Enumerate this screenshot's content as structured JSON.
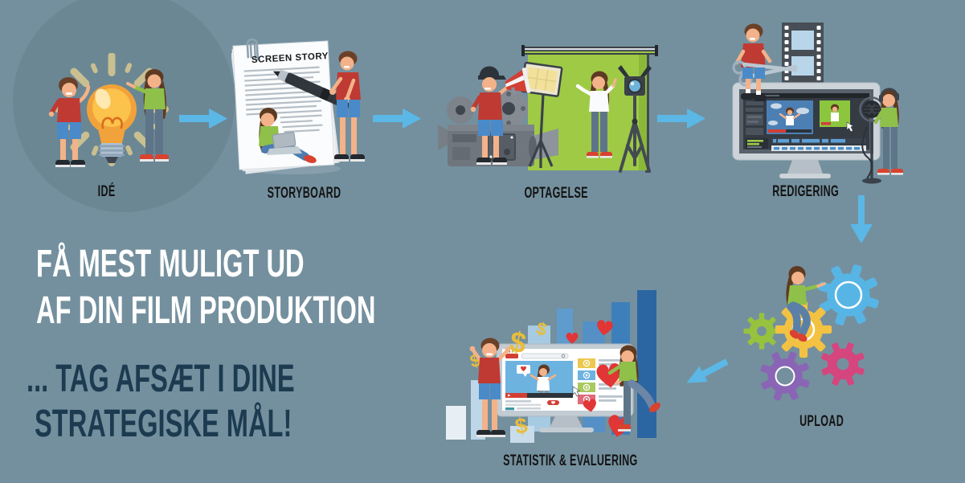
{
  "title_block": {
    "headline_line1": "FÅ MEST MULIGT UD",
    "headline_line2": "AF DIN FILM PRODUKTION",
    "subheadline_line1": "... TAG AFSÆT I DINE",
    "subheadline_line2": "STRATEGISKE MÅL!"
  },
  "steps": [
    {
      "id": "ide",
      "label": "IDÉ",
      "illustration": "two-people-with-lightbulb"
    },
    {
      "id": "storyboard",
      "label": "STORYBOARD",
      "paper_title": "SCREEN STORY",
      "illustration": "script-paper-pen-people"
    },
    {
      "id": "optagelse",
      "label": "OPTAGELSE",
      "illustration": "green-screen-film-set"
    },
    {
      "id": "redigering",
      "label": "REDIGERING",
      "illustration": "editing-monitor-scissors-mic"
    },
    {
      "id": "upload",
      "label": "UPLOAD",
      "illustration": "colorful-gears-with-person"
    },
    {
      "id": "statistik",
      "label": "STATISTIK & EVALUERING",
      "illustration": "bar-chart-video-page-hearts-dollars"
    }
  ],
  "flow": {
    "arrows": [
      {
        "from": "IDÉ",
        "to": "STORYBOARD",
        "direction": "right"
      },
      {
        "from": "STORYBOARD",
        "to": "OPTAGELSE",
        "direction": "right"
      },
      {
        "from": "OPTAGELSE",
        "to": "REDIGERING",
        "direction": "right"
      },
      {
        "from": "REDIGERING",
        "to": "UPLOAD",
        "direction": "down"
      },
      {
        "from": "UPLOAD",
        "to": "STATISTIK & EVALUERING",
        "direction": "down-left"
      }
    ]
  },
  "colors": {
    "background": "#74909E",
    "arrow": "#5BB7E6",
    "step_label": "#131313",
    "headline": "#FFFFFF",
    "subheadline": "#1C3B50",
    "accent_red": "#BF3A33",
    "accent_green": "#8FC04A",
    "green_screen": "#9FCA45",
    "heart_red": "#E23535",
    "dollar_gold": "#E9BD3A",
    "lightbulb": "#F5A63B",
    "gear_blue": "#57B5E6",
    "gear_yellow": "#F3C243",
    "gear_green": "#97C23E",
    "gear_purple": "#8A65B5",
    "gear_pink": "#D5457E",
    "bar_blues": [
      "#A5CAE2",
      "#5F9BCD",
      "#5490C5",
      "#3D7FBA",
      "#2B66A3"
    ]
  }
}
